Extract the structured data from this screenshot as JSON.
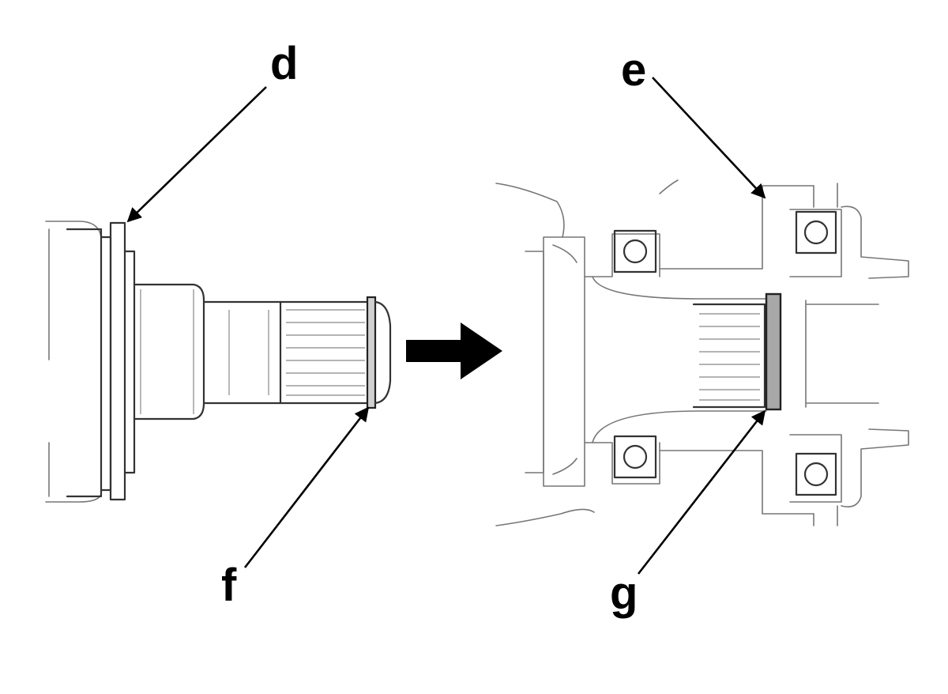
{
  "callouts": {
    "d": "d",
    "e": "e",
    "f": "f",
    "g": "g"
  },
  "colors": {
    "line": "#333333",
    "light_line": "#777777",
    "leader": "#000000",
    "ring_fill": "#a8a8a8",
    "background": "#ffffff"
  },
  "icons": {
    "direction_arrow": "right-arrow"
  }
}
